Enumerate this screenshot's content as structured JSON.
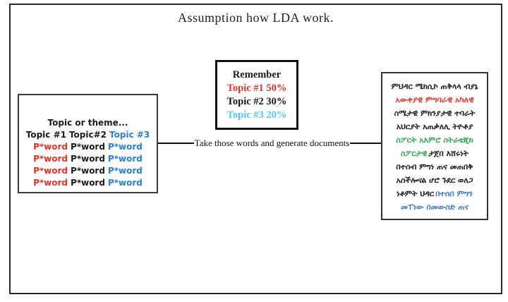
{
  "title": "Assumption how LDA work.",
  "colors": {
    "black": "#1a1a1a",
    "red": "#e0352b",
    "blue": "#2f7cd6",
    "cyan": "#4ec9f5",
    "green": "#31a553",
    "doc_blue": "#4479c4"
  },
  "left_box": {
    "heading": "Topic or theme...",
    "topics_row": [
      {
        "text": "Topic #1",
        "color": "#1a1a1a"
      },
      {
        "text": "Topic#2",
        "color": "#1a1a1a"
      },
      {
        "text": "Topic #3",
        "color": "#2f7cd6"
      }
    ],
    "word_rows": [
      [
        {
          "text": "P*word",
          "color": "#e0352b"
        },
        {
          "text": "P*word",
          "color": "#1a1a1a"
        },
        {
          "text": "P*word",
          "color": "#2f7cd6"
        }
      ],
      [
        {
          "text": "P*word",
          "color": "#e0352b"
        },
        {
          "text": "P*word",
          "color": "#1a1a1a"
        },
        {
          "text": "P*word",
          "color": "#2f7cd6"
        }
      ],
      [
        {
          "text": "P*word",
          "color": "#e0352b"
        },
        {
          "text": "P*word",
          "color": "#1a1a1a"
        },
        {
          "text": "P*word",
          "color": "#2f7cd6"
        }
      ],
      [
        {
          "text": "P*word",
          "color": "#e0352b"
        },
        {
          "text": "P*word",
          "color": "#1a1a1a"
        },
        {
          "text": "P*word",
          "color": "#2f7cd6"
        }
      ]
    ]
  },
  "middle_box": {
    "lines": [
      {
        "text": "Remember",
        "color": "#1a1a1a"
      },
      {
        "text": "Topic #1 50%",
        "color": "#e0352b"
      },
      {
        "text": "Topic #2 30%",
        "color": "#1a1a1a"
      },
      {
        "text": "Topic #3 20%",
        "color": "#4ec9f5"
      }
    ]
  },
  "arrow": {
    "label": "Take those words and generate documents"
  },
  "right_box": {
    "lines": [
      {
        "segments": [
          {
            "text": "ምህዳር ሜክሲኮ ጠቅላላ ብያኔ",
            "color": "#1a1a1a"
          }
        ]
      },
      {
        "segments": [
          {
            "text": "አውቀያዊ ምግባራዊ አካለዊ",
            "color": "#e0352b"
          }
        ]
      },
      {
        "segments": [
          {
            "text": "ስሜታዊ ምክንያታዊ ተባራት",
            "color": "#1a1a1a"
          }
        ]
      },
      {
        "segments": [
          {
            "text": "አህርያት አጠቃለሊ ትዮቶያ",
            "color": "#1a1a1a"
          }
        ]
      },
      {
        "segments": [
          {
            "text": "ስፖርት አእምሮ ስትራቴጂክ",
            "color": "#31a553"
          }
        ]
      },
      {
        "segments": [
          {
            "text": "ስፖርታዊ",
            "color": "#31a553"
          },
          {
            "text": "ታጀበ እሸሩነት",
            "color": "#1a1a1a"
          }
        ]
      },
      {
        "segments": [
          {
            "text": "በተሰብ ምግነ ጠና መጠበቅ",
            "color": "#1a1a1a"
          }
        ]
      },
      {
        "segments": [
          {
            "text": "አስችሎናል ሆሮ ጉደር ወለጋ",
            "color": "#1a1a1a"
          }
        ]
      },
      {
        "segments": [
          {
            "text": "ነቶምት ህዳር",
            "color": "#1a1a1a"
          },
          {
            "text": "በተሰበ ምግን",
            "color": "#4479c4"
          }
        ]
      },
      {
        "segments": [
          {
            "text": "መፐነው በመውሰድ ጠና",
            "color": "#4479c4"
          }
        ]
      }
    ]
  }
}
